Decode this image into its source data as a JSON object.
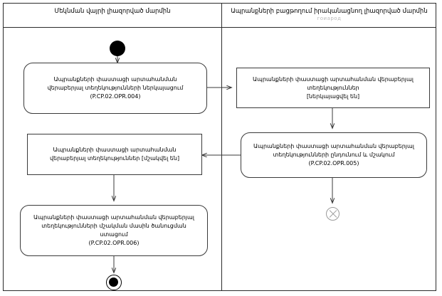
{
  "diagram": {
    "type": "uml-activity-diagram",
    "language": "hy",
    "lanes": [
      {
        "id": "lane-left",
        "title": "Մեկնման վայրի լիազորված մարմին",
        "subtitle": ""
      },
      {
        "id": "lane-right",
        "title": "Ապրանքների բացթողում իրականացնող լիազորված մարմին",
        "subtitle": "гоиарод"
      }
    ],
    "nodes": {
      "initial": {
        "kind": "initial-node",
        "label": ""
      },
      "action_004": {
        "kind": "action",
        "text": "Ապրանքների փաստացի արտահանման\nվերաբերյալ տեղեկությունների ներկայացում\n(P.CP.02.OPR.004)"
      },
      "object_submitted": {
        "kind": "object",
        "text": "Ապրանքների փաստացի արտահանման վերաբերյալ\nտեղեկություններ\n[ներկայացվել են]"
      },
      "action_005": {
        "kind": "action",
        "text": "Ապրանքների փաստացի արտահանման վերաբերյալ\nտեղեկությունների ընդունում և մշակում\n(P.CP.02.OPR.005)"
      },
      "object_processed": {
        "kind": "object",
        "text": "Ապրանքների փաստացի արտահանման\nվերաբերյալ տեղեկություններ [մշակվել են]"
      },
      "action_006": {
        "kind": "action",
        "text": "Ապրանքների փաստացի արտահանման վերաբերյալ\nտեղեկությունների մշակման մասին ծանուցման\nստացում\n(P.CP.02.OPR.006)"
      },
      "flow_final": {
        "kind": "flow-final-node",
        "label": ""
      },
      "activity_final": {
        "kind": "activity-final-node",
        "label": ""
      }
    },
    "edges": [
      {
        "from": "initial",
        "to": "action_004"
      },
      {
        "from": "action_004",
        "to": "object_submitted"
      },
      {
        "from": "object_submitted",
        "to": "action_005"
      },
      {
        "from": "action_005",
        "to": "object_processed"
      },
      {
        "from": "action_005",
        "to": "flow_final"
      },
      {
        "from": "object_processed",
        "to": "action_006"
      },
      {
        "from": "action_006",
        "to": "activity_final"
      }
    ],
    "colors": {
      "stroke": "#3a3a3a",
      "frame": "#2b2b2b",
      "background": "#ffffff",
      "text": "#000000",
      "flow_final_stroke": "#9a9a9a",
      "subtitle": "#b9b9b9"
    }
  }
}
